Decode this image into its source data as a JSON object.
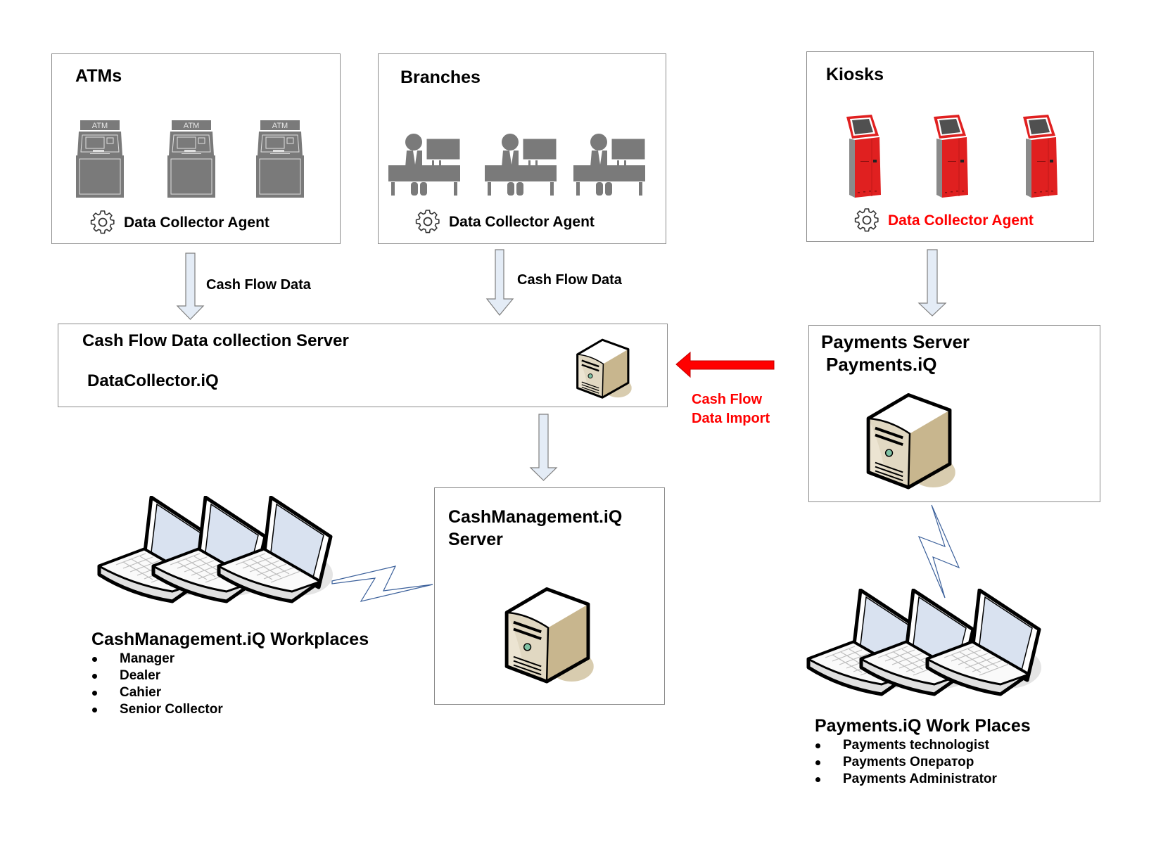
{
  "diagram": {
    "colors": {
      "box_border": "#8a8a8a",
      "arrow_fill": "#e4ecf6",
      "arrow_stroke": "#7f7f7f",
      "import_arrow": "#ff0000",
      "highlight_text": "#ff0000",
      "device_gray": "#7a7a7a",
      "kiosk_red": "#e02020",
      "link_line": "#3a5f9a"
    },
    "sources": [
      {
        "id": "atms",
        "title": "ATMs",
        "device": "atm-icon",
        "device_label": "ATM",
        "device_count": 3,
        "agent_label": "Data Collector Agent",
        "agent_highlight": false
      },
      {
        "id": "branches",
        "title": "Branches",
        "device": "teller-desk-icon",
        "device_count": 3,
        "agent_label": "Data Collector Agent",
        "agent_highlight": false
      },
      {
        "id": "kiosks",
        "title": "Kiosks",
        "device": "kiosk-icon",
        "device_count": 3,
        "agent_label": "Data Collector Agent",
        "agent_highlight": true
      }
    ],
    "flows": {
      "atms_to_collector": "Cash Flow Data",
      "branches_to_collector": "Cash Flow Data",
      "import_line1": "Cash Flow",
      "import_line2": "Data Import"
    },
    "collector_server": {
      "title": "Cash Flow Data collection Server",
      "product": "DataCollector.iQ"
    },
    "payments_server": {
      "title": "Payments Server",
      "product": "Payments.iQ"
    },
    "cash_management_server": {
      "title_line1": "CashManagement.iQ",
      "title_line2": "Server"
    },
    "cash_management_workplaces": {
      "title": "CashManagement.iQ Workplaces",
      "roles": [
        "Manager",
        "Dealer",
        "Cahier",
        "Senior Collector"
      ]
    },
    "payments_workplaces": {
      "title": "Payments.iQ Work Places",
      "roles": [
        "Payments technologist",
        "Payments Оператор",
        "Payments Administrator"
      ]
    }
  }
}
